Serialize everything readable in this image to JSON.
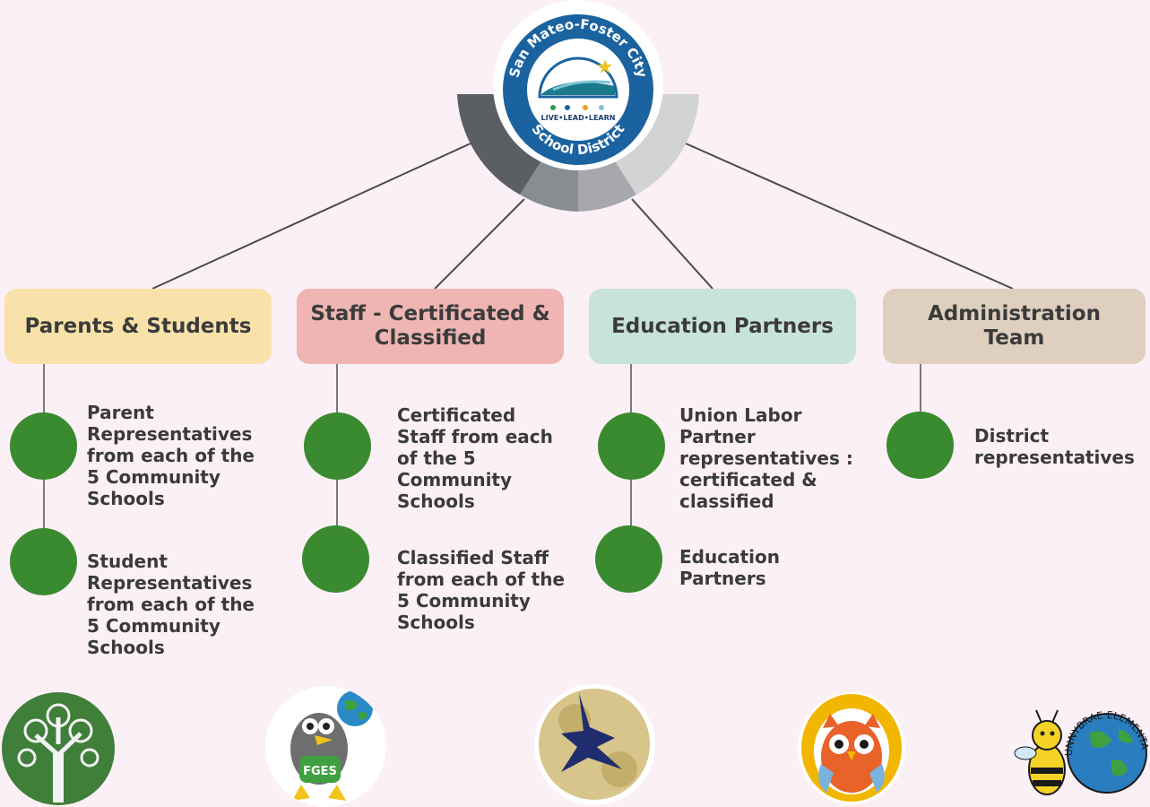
{
  "district_logo": {
    "top_text": "San Mateo-Foster City",
    "bottom_text": "School District",
    "motto": "LIVE•LEAD•LEARN"
  },
  "categories": [
    {
      "title": "Parents & Students",
      "color": "#f8e2a9",
      "items": [
        "Parent\nRepresentatives\nfrom each of the\n5 Community\nSchools",
        "Student\nRepresentatives\nfrom each of the\n5 Community\nSchools"
      ]
    },
    {
      "title": "Staff - Certificated &\nClassified",
      "color": "#eeb5b2",
      "items": [
        "Certificated\nStaff from each\nof the 5\nCommunity\nSchools",
        "Classified Staff\nfrom each of the\n5 Community\nSchools"
      ]
    },
    {
      "title": "Education Partners",
      "color": "#c8e3d9",
      "items": [
        "Union Labor\nPartner\nrepresentatives :\ncertificated &\nclassified",
        "Education\nPartners"
      ]
    },
    {
      "title": "Administration\nTeam",
      "color": "#decfbf",
      "items": [
        "District\nrepresentatives"
      ]
    }
  ],
  "school_logos": [
    {
      "name": "tree-logo",
      "text": ""
    },
    {
      "name": "falcon-globe-logo",
      "text": "FGES"
    },
    {
      "name": "eagle-logo",
      "text": ""
    },
    {
      "name": "owl-logo",
      "text": ""
    },
    {
      "name": "bee-globe-logo",
      "text": "SUNNYBRAE ELEMENTARY"
    }
  ]
}
